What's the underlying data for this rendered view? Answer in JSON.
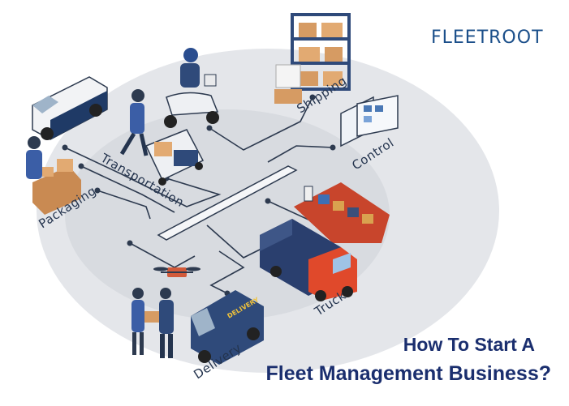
{
  "brand": {
    "logo_text": "FLEETROOT"
  },
  "headline": {
    "line1": "How To Start A",
    "line2": "Fleet Management Business?"
  },
  "nodes": [
    {
      "id": "shipping",
      "label": "Shipping"
    },
    {
      "id": "control",
      "label": "Control"
    },
    {
      "id": "truck",
      "label": "Truck"
    },
    {
      "id": "delivery",
      "label": "Delivery"
    },
    {
      "id": "transportation",
      "label": "Transportation"
    },
    {
      "id": "packaging",
      "label": "Packaging"
    }
  ],
  "van_sign": "DELIVERY",
  "colors": {
    "ellipse": "#e4e6ea",
    "inner_ellipse": "#d5d8de",
    "connector": "#2d3a4f",
    "headline": "#1a2e6e",
    "brand": "#1b4f8a",
    "truck_cab": "#e0492b",
    "trailer": "#2a3f6e",
    "ship_hull": "#c8452c",
    "van": "#2f4a7a"
  }
}
